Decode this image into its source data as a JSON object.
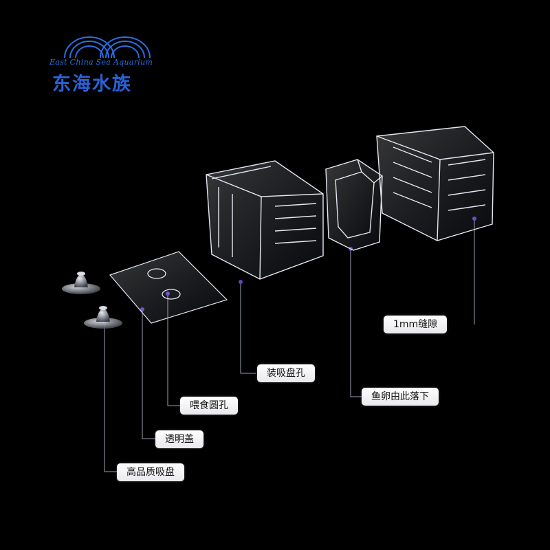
{
  "logo": {
    "name_en": "East China Sea Aquarium",
    "name_cn": "东海水族"
  },
  "labels": {
    "gap": "1mm缝隙",
    "suction_hole": "装吸盘孔",
    "egg_drop": "鱼卵由此落下",
    "feeding_hole": "喂食圆孔",
    "clear_lid": "透明盖",
    "suction_cup": "高品质吸盘"
  },
  "colors": {
    "background": "#000000",
    "logo_blue": "#2a62d6",
    "leader_line": "#9aa0b0",
    "marker": "#6a3fc9"
  }
}
